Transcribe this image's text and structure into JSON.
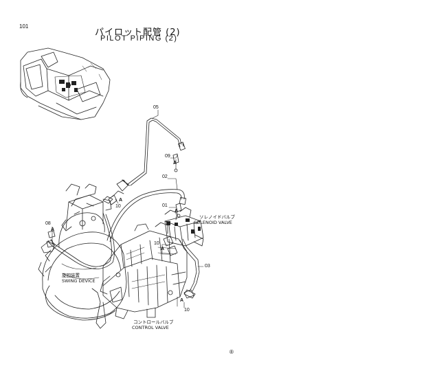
{
  "page": {
    "number": "101",
    "title_jp": "パイロット配管 (2)",
    "title_en": "PILOT  PIPING  (2)",
    "registered_mark": "®"
  },
  "parts": [
    {
      "id": "05"
    },
    {
      "id": "09"
    },
    {
      "id": "02"
    },
    {
      "id": "01"
    },
    {
      "id": "10"
    },
    {
      "id": "08"
    },
    {
      "id": "10"
    },
    {
      "id": "03"
    },
    {
      "id": "10"
    }
  ],
  "callouts": {
    "solenoid_jp": "ソレノイドバルブ",
    "solenoid_en": "SOLENOID  VALVE",
    "swing_jp": "旋回装置",
    "swing_en": "SWING  DEVICE",
    "control_jp": "コントロールバルブ",
    "control_en": "CONTROL  VALVE"
  },
  "markers": {
    "a": "A"
  }
}
